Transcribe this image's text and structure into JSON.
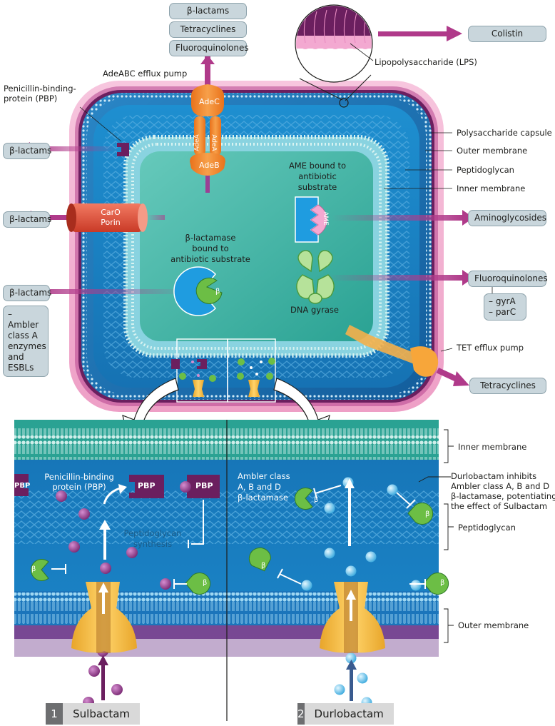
{
  "top_tags": {
    "beta_lactams": "β-lactams",
    "tetracyclines": "Tetracyclines",
    "fluoroquinolones": "Fluoroquinolones"
  },
  "left_tags": {
    "pbp_out": "β-lactams",
    "porin_out": "β-lactams",
    "bl_out": "β-lactams",
    "ambler_note": [
      "– Ambler",
      "class A",
      "enzymes",
      "and",
      "ESBLs"
    ]
  },
  "right_tags": {
    "colistin": "Colistin",
    "aminoglycosides": "Aminoglycosides",
    "fluoroquinolones": "Fluoroquinolones",
    "gyr_note": [
      "– gyrA",
      "– parC"
    ],
    "tetracyclines": "Tetracyclines"
  },
  "labels": {
    "pbp_top": [
      "Penicillin-binding-",
      "protein (PBP)"
    ],
    "adeabc": "AdeABC efflux pump",
    "adec": "AdeC",
    "adea1": "AdeA",
    "adea2": "AdeA",
    "adeb": "AdeB",
    "lps": "Lipopolysaccharide (LPS)",
    "capsule": "Polysaccharide capsule",
    "outer_membrane": "Outer membrane",
    "peptidoglycan": "Peptidoglycan",
    "inner_membrane": "Inner membrane",
    "ame": [
      "AME bound to",
      "antibiotic",
      "substrate"
    ],
    "ame_short": "AME",
    "caro": [
      "CarO",
      "Porin"
    ],
    "beta_lactamase": [
      "β-lactamase",
      "bound to",
      "antibiotic substrate"
    ],
    "beta_symbol": "β",
    "dna_gyrase": "DNA gyrase",
    "tet_pump": "TET efflux pump"
  },
  "detail": {
    "inner_membrane": "Inner membrane",
    "peptidoglycan": "Peptidoglycan",
    "outer_membrane": "Outer membrane",
    "pbp_label": [
      "Penicillin-binding",
      "protein (PBP)"
    ],
    "pbp": "PBP",
    "pg_synthesis": [
      "Peptidoglycan",
      "synthesis"
    ],
    "ambler": [
      "Ambler class",
      "A, B and D",
      "β-lactamase"
    ],
    "durlo_note": [
      "Durlobactam inhibits",
      "Ambler class A, B and D",
      "β-lactamase, potentiating",
      "the effect of Sulbactam"
    ],
    "beta_symbol": "β"
  },
  "panels": [
    {
      "num": "1",
      "name": "Sulbactam"
    },
    {
      "num": "2",
      "name": "Durlobactam"
    }
  ],
  "colors": {
    "arrow_magenta": "#b03a8a",
    "capsule_pink": "#f2b6d4",
    "outer_blue": "#1b75bb",
    "cytoplasm_teal": "#3fb6a8",
    "pump_orange": "#f08a24",
    "porin_red": "#e5533d",
    "sulbactam_purple": "#9b3f94",
    "durlobactam_blue": "#5cc7ee",
    "enzyme_green": "#6cbe45",
    "pbp_dark": "#6b1f5f"
  }
}
